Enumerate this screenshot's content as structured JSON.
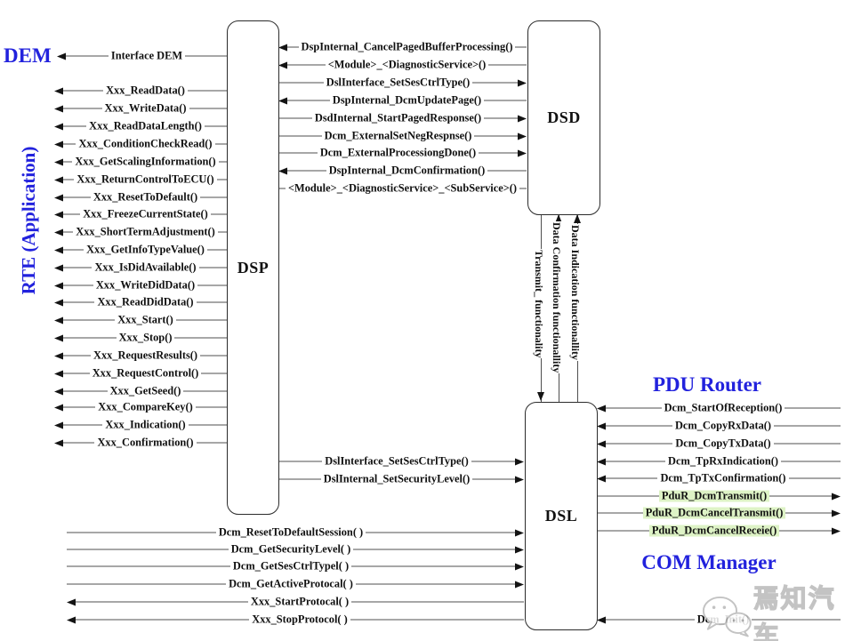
{
  "colors": {
    "accent_blue": "#2222dd",
    "highlight_green": "#def3c6"
  },
  "labels": {
    "dem": "DEM",
    "rte": "RTE (Application)",
    "pdu_router": "PDU Router",
    "com_manager": "COM Manager",
    "watermark": "焉知汽车"
  },
  "boxes": {
    "dsp": "DSP",
    "dsd": "DSD",
    "dsl": "DSL"
  },
  "groups": {
    "dem_link": [
      {
        "label": "Interface DEM",
        "dir": "left"
      }
    ],
    "rte_dsp": [
      {
        "label": "Xxx_ReadData()",
        "dir": "left"
      },
      {
        "label": "Xxx_WriteData()",
        "dir": "left"
      },
      {
        "label": "Xxx_ReadDataLength()",
        "dir": "left"
      },
      {
        "label": "Xxx_ConditionCheckRead()",
        "dir": "left"
      },
      {
        "label": "Xxx_GetScalingInformation()",
        "dir": "left"
      },
      {
        "label": "Xxx_ReturnControlToECU()",
        "dir": "left"
      },
      {
        "label": "Xxx_ResetToDefault()",
        "dir": "left"
      },
      {
        "label": "Xxx_FreezeCurrentState()",
        "dir": "left"
      },
      {
        "label": "Xxx_ShortTermAdjustment()",
        "dir": "left"
      },
      {
        "label": "Xxx_GetInfoTypeValue()",
        "dir": "left"
      },
      {
        "label": "Xxx_IsDidAvailable()",
        "dir": "left"
      },
      {
        "label": "Xxx_WriteDidData()",
        "dir": "left"
      },
      {
        "label": "Xxx_ReadDidData()",
        "dir": "left"
      },
      {
        "label": "Xxx_Start()",
        "dir": "left"
      },
      {
        "label": "Xxx_Stop()",
        "dir": "left"
      },
      {
        "label": "Xxx_RequestResults()",
        "dir": "left"
      },
      {
        "label": "Xxx_RequestControl()",
        "dir": "left"
      },
      {
        "label": "Xxx_GetSeed()",
        "dir": "left"
      },
      {
        "label": "Xxx_CompareKey()",
        "dir": "left"
      },
      {
        "label": "Xxx_Indication()",
        "dir": "left"
      },
      {
        "label": "Xxx_Confirmation()",
        "dir": "left"
      }
    ],
    "dsp_dsd": [
      {
        "label": "DspInternal_CancelPagedBufferProcessing()",
        "dir": "left"
      },
      {
        "label": "<Module>_<DiagnosticService>()",
        "dir": "left"
      },
      {
        "label": "DslInterface_SetSesCtrlType()",
        "dir": "right"
      },
      {
        "label": "DspInternal_DcmUpdatePage()",
        "dir": "left"
      },
      {
        "label": "DsdInternal_StartPagedResponse()",
        "dir": "right"
      },
      {
        "label": "Dcm_ExternalSetNegRespnse()",
        "dir": "right"
      },
      {
        "label": "Dcm_ExternalProcessiongDone()",
        "dir": "right"
      },
      {
        "label": "DspInternal_DcmConfirmation()",
        "dir": "left"
      },
      {
        "label": "<Module>_<DiagnosticService>_<SubService>()",
        "dir": "none"
      }
    ],
    "dsp_dsl": [
      {
        "label": "DslInterface_SetSesCtrlType()",
        "dir": "right"
      },
      {
        "label": "DslInternal_SetSecurityLevel()",
        "dir": "right"
      }
    ],
    "app_dsl": [
      {
        "label": "Dcm_ResetToDefaultSession( )",
        "dir": "right"
      },
      {
        "label": "Dcm_GetSecurityLevel( )",
        "dir": "right"
      },
      {
        "label": "Dcm_GetSesCtrlTypel( )",
        "dir": "right"
      },
      {
        "label": "Dcm_GetActiveProtocal( )",
        "dir": "right"
      },
      {
        "label": "Xxx_StartProtocal( )",
        "dir": "left"
      },
      {
        "label": "Xxx_StopProtocol( )",
        "dir": "left"
      }
    ],
    "dsl_pdur": [
      {
        "label": "Dcm_StartOfReception()",
        "dir": "left"
      },
      {
        "label": "Dcm_CopyRxData()",
        "dir": "left"
      },
      {
        "label": "Dcm_CopyTxData()",
        "dir": "left"
      },
      {
        "label": "Dcm_TpRxIndication()",
        "dir": "left"
      },
      {
        "label": "Dcm_TpTxConfirmation()",
        "dir": "left"
      },
      {
        "label": "PduR_DcmTransmit()",
        "dir": "right",
        "highlight": true
      },
      {
        "label": "PduR_DcmCancelTransmit()",
        "dir": "right",
        "highlight": true
      },
      {
        "label": "PduR_DcmCancelReceie()",
        "dir": "right",
        "highlight": true
      }
    ],
    "dsl_com": [
      {
        "label": "Dcm_Init()",
        "dir": "left"
      }
    ]
  },
  "vertical_links": [
    {
      "label": "Transmit_ functionality",
      "arrow": "down"
    },
    {
      "label": "Data Confirmation functionallity",
      "arrow": "up"
    },
    {
      "label": "Data Indication functionallity",
      "arrow": "up"
    }
  ]
}
